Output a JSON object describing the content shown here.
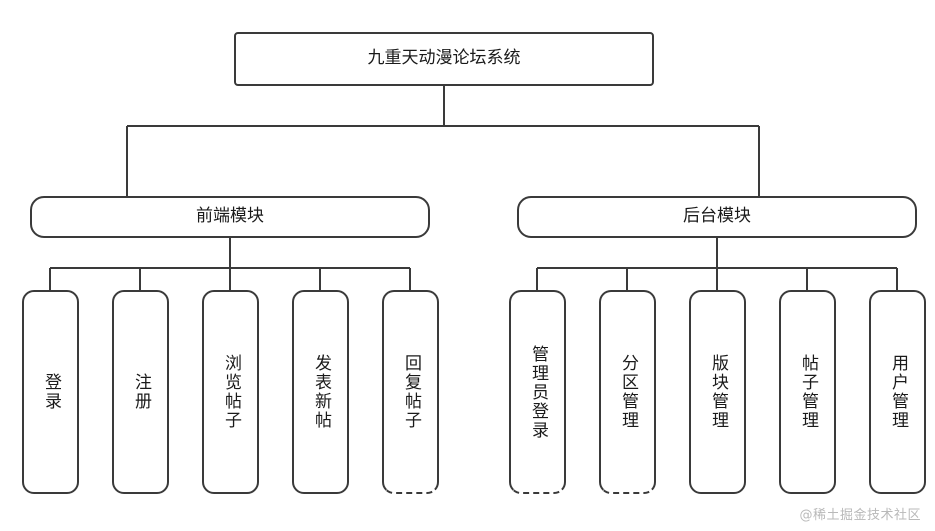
{
  "diagram": {
    "type": "tree",
    "root": {
      "label": "九重天动漫论坛系统"
    },
    "branches": [
      {
        "label": "前端模块",
        "children": [
          {
            "label": "登录"
          },
          {
            "label": "注册"
          },
          {
            "label": "浏览帖子"
          },
          {
            "label": "发表新帖"
          },
          {
            "label": "回复帖子"
          }
        ]
      },
      {
        "label": "后台模块",
        "children": [
          {
            "label": "管理员登录"
          },
          {
            "label": "分区管理"
          },
          {
            "label": "版块管理"
          },
          {
            "label": "帖子管理"
          },
          {
            "label": "用户管理"
          }
        ]
      }
    ]
  },
  "watermark": {
    "text": "@稀土掘金技术社区"
  },
  "colors": {
    "stroke": "#3a3a3a",
    "background": "#ffffff",
    "text": "#1a1a1a",
    "watermark": "#b9b9b9"
  }
}
